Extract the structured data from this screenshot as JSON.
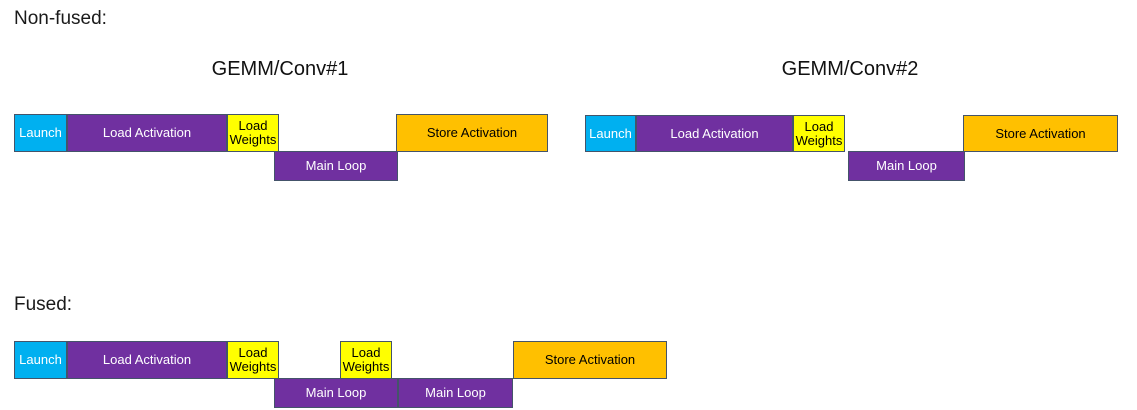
{
  "diagram": {
    "title_colors": {
      "launch": "#00B0F0",
      "compute_purple": "#7030A0",
      "weights_yellow": "#FFFF00",
      "store_orange": "#FFC000",
      "border": "#44546A",
      "background": "#FFFFFF",
      "text_dark": "#000000",
      "text_light": "#FFFFFF"
    },
    "sections": [
      {
        "label": "Non-fused:",
        "groups": [
          {
            "title": "GEMM/Conv#1"
          },
          {
            "title": "GEMM/Conv#2"
          }
        ],
        "bars": [
          {
            "name": "launch-1",
            "text": "Launch",
            "kind": "launch"
          },
          {
            "name": "load-activation-1",
            "text": "Load Activation",
            "kind": "purple"
          },
          {
            "name": "load-weights-1",
            "text": "Load\nWeights",
            "kind": "yellow"
          },
          {
            "name": "main-loop-1",
            "text": "Main Loop",
            "kind": "purple"
          },
          {
            "name": "store-activation-1",
            "text": "Store Activation",
            "kind": "orange"
          },
          {
            "name": "launch-2",
            "text": "Launch",
            "kind": "launch"
          },
          {
            "name": "load-activation-2",
            "text": "Load Activation",
            "kind": "purple"
          },
          {
            "name": "load-weights-2",
            "text": "Load\nWeights",
            "kind": "yellow"
          },
          {
            "name": "main-loop-2",
            "text": "Main Loop",
            "kind": "purple"
          },
          {
            "name": "store-activation-2",
            "text": "Store Activation",
            "kind": "orange"
          }
        ]
      },
      {
        "label": "Fused:",
        "groups": [],
        "bars": [
          {
            "name": "launch-f",
            "text": "Launch",
            "kind": "launch"
          },
          {
            "name": "load-activation-f",
            "text": "Load Activation",
            "kind": "purple"
          },
          {
            "name": "load-weights-f1",
            "text": "Load\nWeights",
            "kind": "yellow"
          },
          {
            "name": "load-weights-f2",
            "text": "Load\nWeights",
            "kind": "yellow"
          },
          {
            "name": "main-loop-f1",
            "text": "Main Loop",
            "kind": "purple"
          },
          {
            "name": "main-loop-f2",
            "text": "Main Loop",
            "kind": "purple"
          },
          {
            "name": "store-activation-f",
            "text": "Store Activation",
            "kind": "orange"
          }
        ]
      }
    ]
  }
}
